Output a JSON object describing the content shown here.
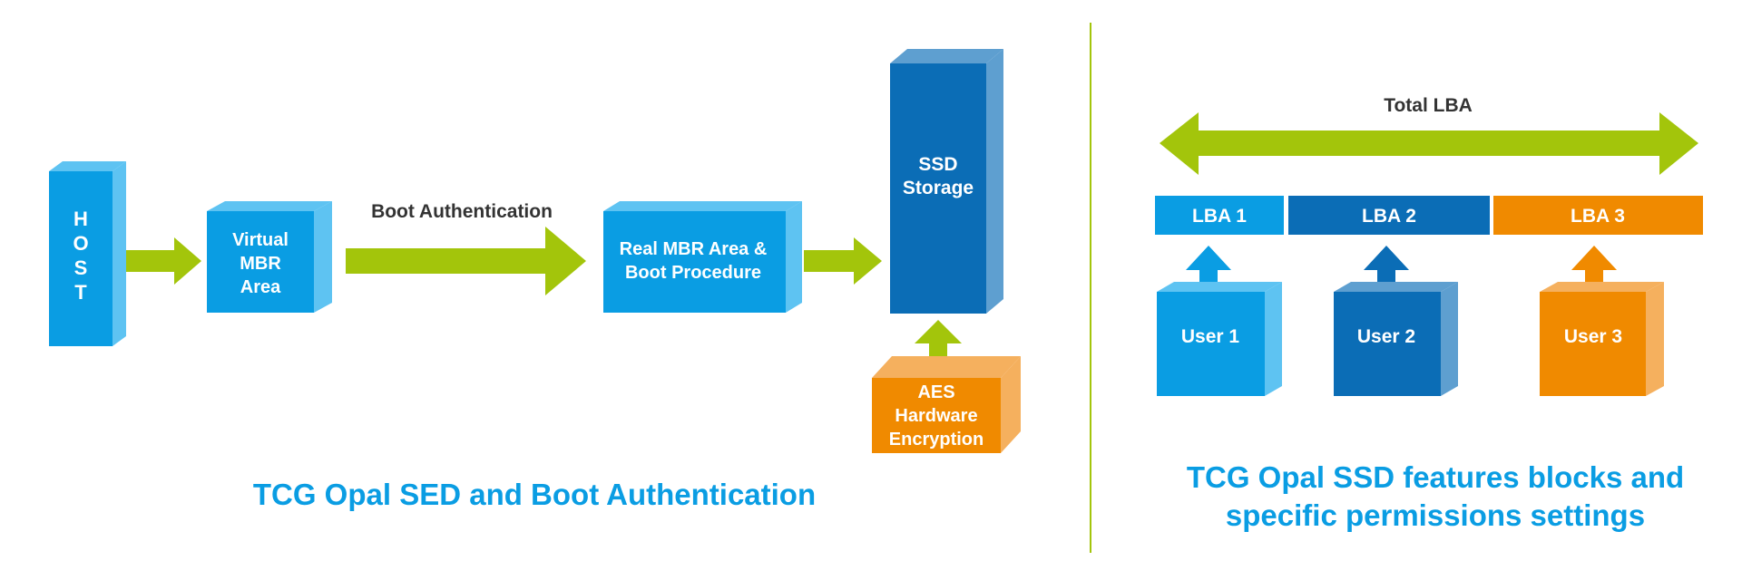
{
  "colors": {
    "blue_light": "#0A9DE3",
    "blue_light_side": "#5EC3F2",
    "blue_dark": "#0B6DB6",
    "blue_dark_side": "#5E9FD0",
    "orange": "#F08A00",
    "orange_side": "#F5B05E",
    "green": "#A3C50B",
    "text_dark": "#333333",
    "caption_blue": "#0A9DE3",
    "divider": "#A3C50B"
  },
  "left": {
    "host_letters": [
      "H",
      "O",
      "S",
      "T"
    ],
    "virtual_mbr": [
      "Virtual",
      "MBR",
      "Area"
    ],
    "boot_auth": "Boot Authentication",
    "real_mbr": [
      "Real MBR Area &",
      "Boot Procedure"
    ],
    "ssd": [
      "SSD",
      "Storage"
    ],
    "aes": [
      "AES",
      "Hardware",
      "Encryption"
    ],
    "caption": "TCG Opal SED and Boot Authentication"
  },
  "right": {
    "total_lba": "Total LBA",
    "lba": [
      "LBA 1",
      "LBA 2",
      "LBA 3"
    ],
    "users": [
      "User 1",
      "User 2",
      "User 3"
    ],
    "caption_line1": "TCG Opal SSD features blocks and",
    "caption_line2": "specific permissions settings"
  }
}
